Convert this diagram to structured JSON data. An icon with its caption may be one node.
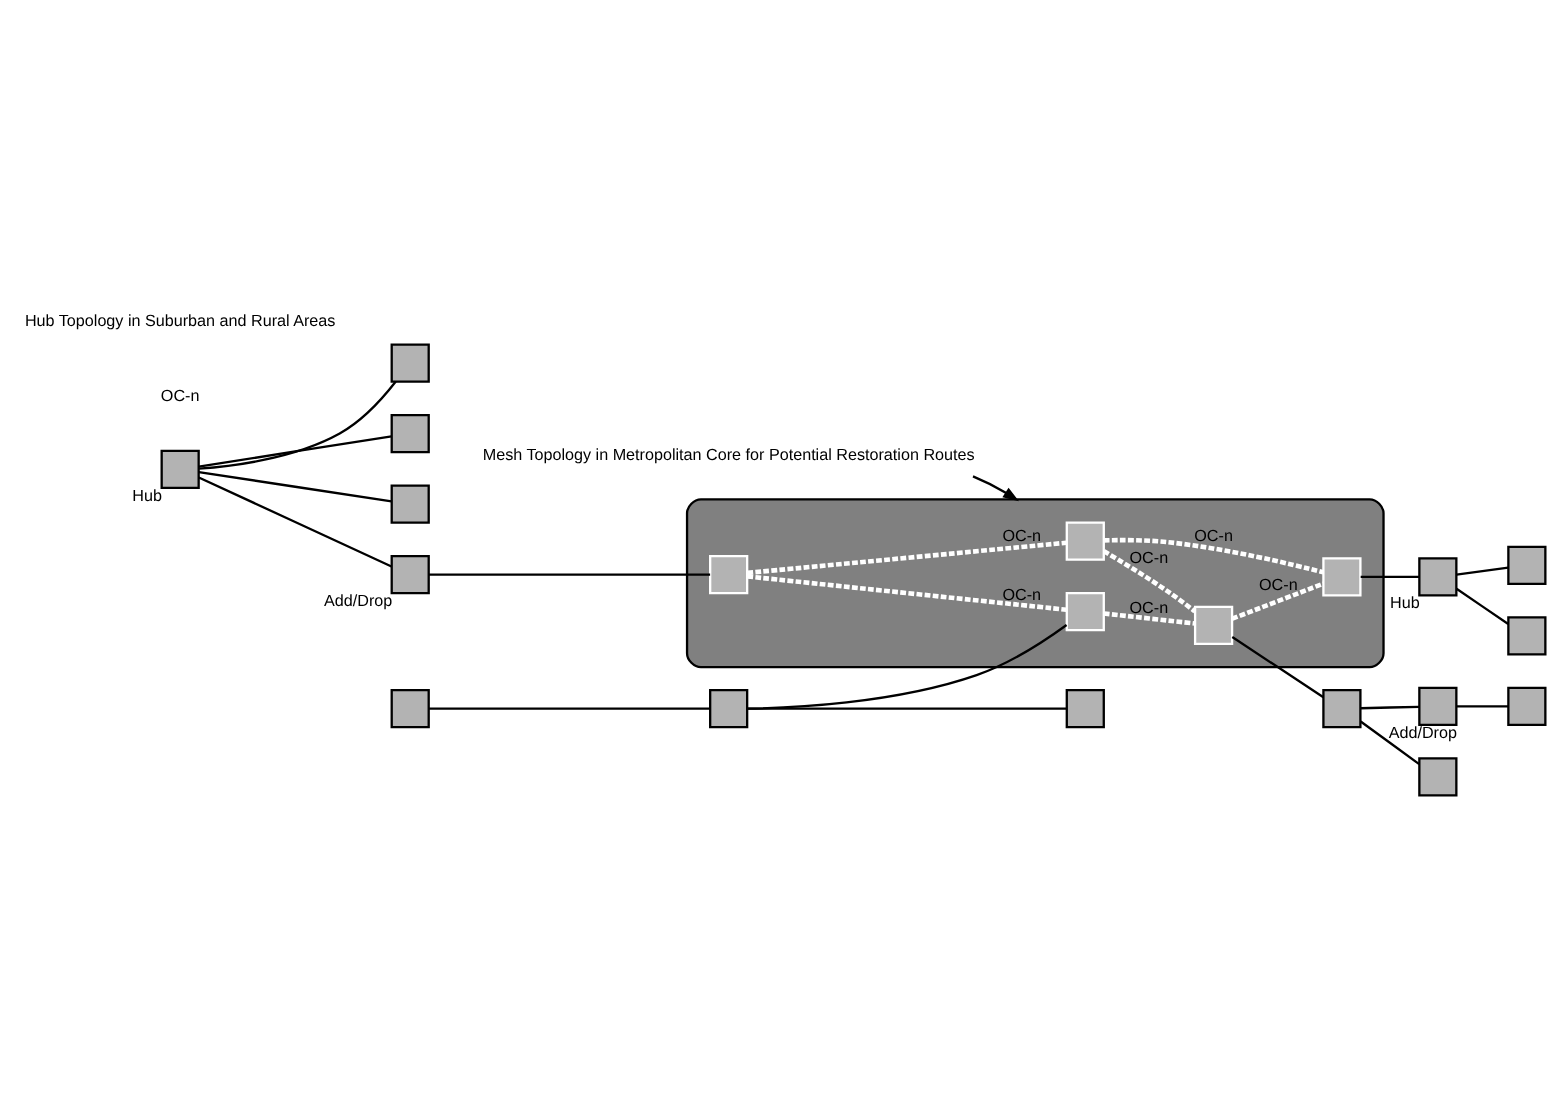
{
  "diagram": {
    "nodes": [
      {
        "text": [],
        "shape": "ellipse"
      },
      {
        "text": [],
        "shape": "box",
        "in": 0
      },
      {
        "text": [],
        "shape": "box",
        "in": 0
      },
      {
        "text": [],
        "shape": "box",
        "in": 0
      },
      {
        "text": [],
        "shape": "box",
        "in": 0
      },
      {
        "text": [],
        "shape": "box",
        "in": 0
      },
      {
        "text": [],
        "shape": "box",
        "beside": [
          "Hub"
        ]
      },
      {
        "text": [],
        "shape": "box"
      },
      {
        "text": [],
        "shape": "box"
      },
      {
        "text": [],
        "shape": "box"
      },
      {
        "text": [],
        "shape": "box",
        "beside": [
          "Add/Drop"
        ]
      },
      {
        "text": [],
        "shape": "box"
      },
      {
        "text": [],
        "shape": "box"
      },
      {
        "text": [],
        "shape": "box"
      },
      {
        "text": [],
        "shape": "box"
      },
      {
        "text": [],
        "shape": "box"
      },
      {
        "text": [],
        "shape": "box",
        "beside": [
          "Add/Drop"
        ]
      },
      {
        "text": [],
        "shape": "box"
      },
      {
        "text": [],
        "shape": "box",
        "beside": [
          "Hub"
        ]
      },
      {
        "text": [],
        "shape": "box"
      },
      {
        "text": [],
        "shape": "box"
      },
      {
        "text": [
          "Mesh Topology in Metropolitan Core for Potential Restoration Routes"
        ]
      }
    ],
    "edges": [
      {
        "from": 2,
        "to": 1,
        "arrow": "none",
        "label": "OC-n",
        "style": "dashed",
        "color": "#ffffff"
      },
      {
        "from": 1,
        "to": 3,
        "arrow": "none",
        "label": "OC-n",
        "style": "dashed",
        "color": "#ffffff"
      },
      {
        "from": 2,
        "to": 4,
        "arrow": "none",
        "label": "OC-n",
        "style": "dashed",
        "color": "#ffffff"
      },
      {
        "from": 4,
        "to": 3,
        "arrow": "none",
        "label": "OC-n",
        "style": "dashed",
        "color": "#ffffff"
      },
      {
        "from": 3,
        "to": 5,
        "arrow": "none",
        "label": "OC-n",
        "style": "dashed",
        "color": "#ffffff"
      },
      {
        "from": 4,
        "to": 5,
        "arrow": "none",
        "label": "OC-n",
        "style": "dashed",
        "color": "#ffffff"
      },
      {
        "from": 6,
        "to": 7,
        "arrow": "none"
      },
      {
        "from": 6,
        "to": 8,
        "arrow": "none"
      },
      {
        "from": 6,
        "to": 9,
        "arrow": "none"
      },
      {
        "from": 6,
        "to": 10,
        "arrow": "none"
      },
      {
        "from": 10,
        "to": 2,
        "arrow": "none"
      },
      {
        "from": 11,
        "to": 12,
        "arrow": "none"
      },
      {
        "from": 12,
        "to": 13,
        "arrow": "none"
      },
      {
        "from": 12,
        "to": 1,
        "arrow": "none"
      },
      {
        "from": 3,
        "to": 14,
        "arrow": "none"
      },
      {
        "from": 14,
        "to": 15,
        "arrow": "none"
      },
      {
        "from": 14,
        "to": 16,
        "arrow": "none"
      },
      {
        "from": 16,
        "to": 17,
        "arrow": "none"
      },
      {
        "from": 5,
        "to": 18,
        "arrow": "none"
      },
      {
        "from": 18,
        "to": 19,
        "arrow": "none"
      },
      {
        "from": 18,
        "to": 20,
        "arrow": "none"
      },
      {
        "from": 21,
        "to": 0,
        "arrow": "to"
      }
    ],
    "labels": [
      "OC-n",
      "Hub Topology in Suburban and Rural Areas"
    ]
  }
}
